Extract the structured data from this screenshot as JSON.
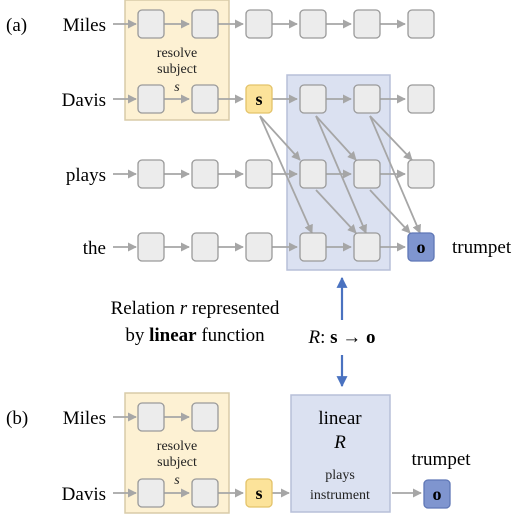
{
  "panel_a": {
    "label": "(a)",
    "tokens": [
      "Miles",
      "Davis",
      "plays",
      "the"
    ],
    "resolve_box": {
      "line1": "resolve",
      "line2": "subject",
      "var": "s"
    },
    "subject_node": "s",
    "object_node": "o",
    "output_word": "trumpet"
  },
  "middle": {
    "caption_line1_pre": "Relation ",
    "caption_var": "r",
    "caption_line1_post": " represented",
    "caption_line2_pre": "by ",
    "caption_line2_bold": "linear",
    "caption_line2_post": " function",
    "map_R": "R",
    "map_colon": ": ",
    "map_s": "s",
    "map_arrow": " → ",
    "map_o": "o"
  },
  "panel_b": {
    "label": "(b)",
    "tokens": [
      "Miles",
      "Davis"
    ],
    "resolve_box": {
      "line1": "resolve",
      "line2": "subject",
      "var": "s"
    },
    "subject_node": "s",
    "linear_box": {
      "title": "linear",
      "var": "R",
      "line1": "plays",
      "line2": "instrument"
    },
    "object_node": "o",
    "output_word": "trumpet"
  },
  "colors": {
    "node_fill": "#ececec",
    "subject_fill": "#fce39a",
    "object_fill": "#7f95cf",
    "resolve_bg": "#fdf1d3",
    "linear_bg": "#dbe1f1",
    "relation_arrow": "#4a72c0"
  }
}
